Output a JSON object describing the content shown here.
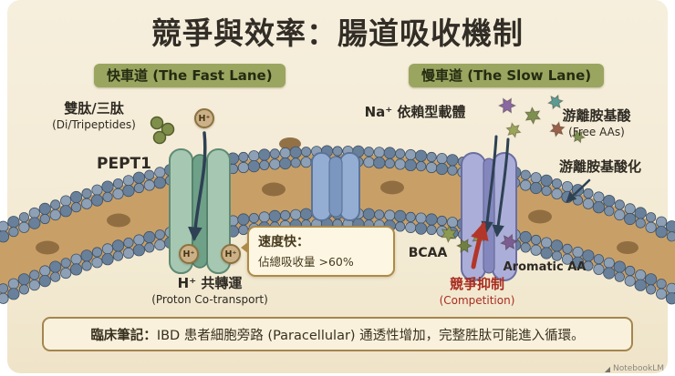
{
  "title": "競爭與效率：腸道吸收機制",
  "lanes": {
    "fast": "快車道 (The Fast Lane)",
    "slow": "慢車道 (The Slow Lane)"
  },
  "left": {
    "substrate_zh": "雙肽/三肽",
    "substrate_en": "(Di/Tripeptides)",
    "transporter": "PEPT1",
    "proton": "H⁺",
    "callout_line1": "速度快：",
    "callout_line2": "佔總吸收量 >60%",
    "cotransport_zh": "H⁺ 共轉運",
    "cotransport_en": "(Proton Co-transport)"
  },
  "right": {
    "carrier": "Na⁺ 依賴型載體",
    "free_aa_zh": "游離胺基酸",
    "free_aa_en": "(Free AAs)",
    "free_aa_note": "游離胺基酸化",
    "bcaa": "BCAA",
    "aromatic": "Aromatic AA",
    "competition_zh": "競爭抑制",
    "competition_en": "(Competition)"
  },
  "note": {
    "prefix": "臨床筆記：",
    "body": "IBD 患者細胞旁路 (Paracellular) 通透性增加，完整胜肽可能進入循環。"
  },
  "watermark": "NotebookLM",
  "colors": {
    "background": "#f3ead3",
    "badge_green": "#9aa55f",
    "membrane_tan": "#c8a067",
    "lipid_blue": "#7c90a8",
    "pept1_teal": "#a6c8b2",
    "mid_channel_blue": "#93aed2",
    "na_carrier_purple": "#abaed8",
    "competition_red": "#b3362a",
    "arrow_navy": "#2e4154"
  }
}
